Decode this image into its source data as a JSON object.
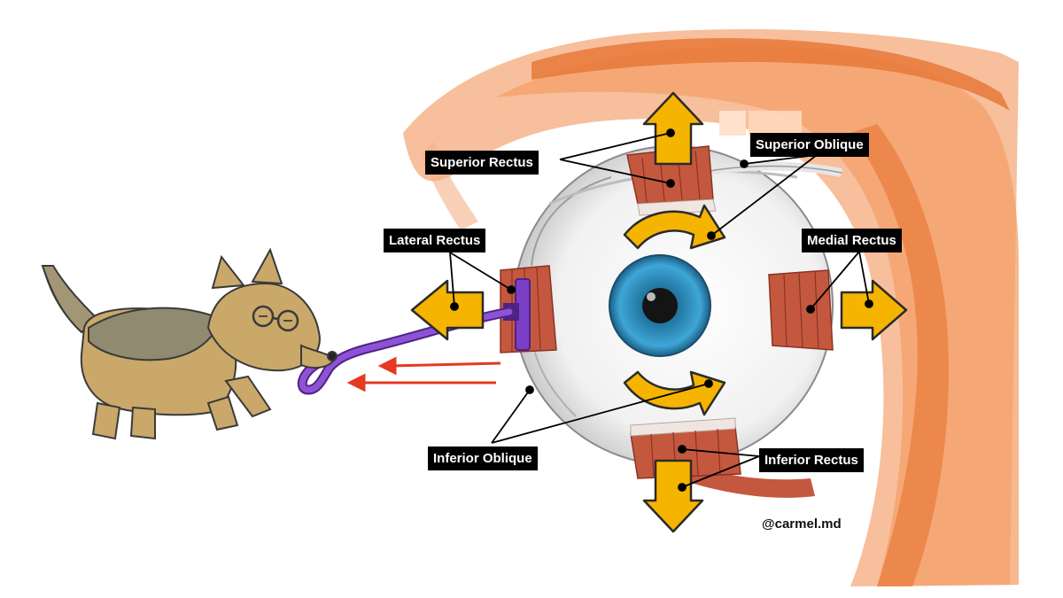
{
  "labels": {
    "superior_rectus": "Superior Rectus",
    "superior_oblique": "Superior Oblique",
    "lateral_rectus": "Lateral Rectus",
    "medial_rectus": "Medial Rectus",
    "inferior_oblique": "Inferior Oblique",
    "inferior_rectus": "Inferior Rectus"
  },
  "credit": "@carmel.md",
  "colors": {
    "orbit": "#f2a06a",
    "orbit_dark": "#e4773a",
    "arrow_fill": "#f5b400",
    "muscle": "#c4583f",
    "iris": "#2f8fc0",
    "label_bg": "#000000",
    "leash": "#7b3fc6",
    "motion_lines": "#e53920",
    "dog": "#c9a86a"
  }
}
